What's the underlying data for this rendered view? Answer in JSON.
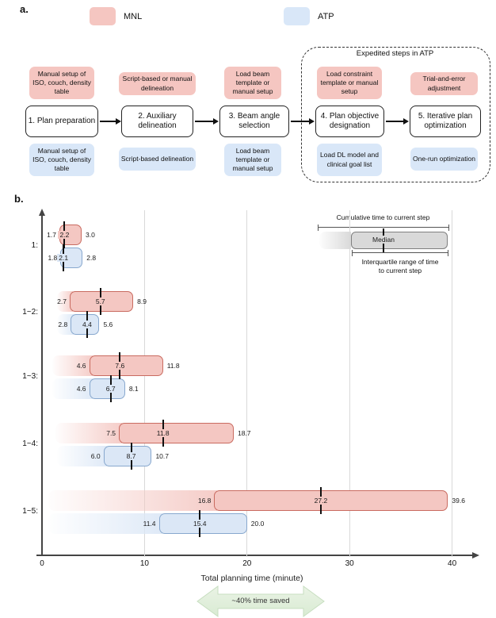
{
  "figure": {
    "panel_a_label": "a.",
    "panel_b_label": "b."
  },
  "legend_top": {
    "mnl": {
      "label": "MNL",
      "color": "#f5c6c1"
    },
    "atp": {
      "label": "ATP",
      "color": "#d9e7f8"
    }
  },
  "flowchart": {
    "dashed_box_label": "Expedited steps in ATP",
    "steps": [
      {
        "title": "1. Plan preparation",
        "mnl_note": "Manual setup of ISO, couch, density table",
        "atp_note": "Manual setup of ISO, couch, density table"
      },
      {
        "title": "2. Auxiliary delineation",
        "mnl_note": "Script-based or manual delineation",
        "atp_note": "Script-based delineation"
      },
      {
        "title": "3. Beam angle selection",
        "mnl_note": "Load beam template or manual setup",
        "atp_note": "Load beam template or manual setup"
      },
      {
        "title": "4. Plan objective designation",
        "mnl_note": "Load constraint template or manual setup",
        "atp_note": "Load DL model and clinical goal list"
      },
      {
        "title": "5. Iterative plan optimization",
        "mnl_note": "Trial-and-error adjustment",
        "atp_note": "One-run optimization"
      }
    ]
  },
  "chart_data": {
    "type": "box-range-bar",
    "title": "",
    "categories": [
      "1:",
      "1~2:",
      "1~3:",
      "1~4:",
      "1~5:"
    ],
    "series": [
      {
        "name": "MNL",
        "fill": "#f4c7c2",
        "border": "#c96b60",
        "boxes": [
          {
            "q1": 1.7,
            "median": 2.2,
            "q3": 3.0
          },
          {
            "q1": 2.7,
            "median": 5.7,
            "q3": 8.9,
            "fade_from": 1.5
          },
          {
            "q1": 4.6,
            "median": 7.6,
            "q3": 11.8,
            "fade_from": 1.0
          },
          {
            "q1": 7.5,
            "median": 11.8,
            "q3": 18.7,
            "fade_from": 1.3
          },
          {
            "q1": 16.8,
            "median": 27.2,
            "q3": 39.6,
            "fade_from": 0.6
          }
        ]
      },
      {
        "name": "ATP",
        "fill": "#dbe7f6",
        "border": "#88a8ce",
        "boxes": [
          {
            "q1": 1.8,
            "median": 2.1,
            "q3": 2.8
          },
          {
            "q1": 2.8,
            "median": 4.4,
            "q3": 5.6,
            "fade_from": 1.5
          },
          {
            "q1": 4.6,
            "median": 6.7,
            "q3": 8.1,
            "fade_from": 1.0
          },
          {
            "q1": 6.0,
            "median": 8.7,
            "q3": 10.7,
            "fade_from": 1.5
          },
          {
            "q1": 11.4,
            "median": 15.4,
            "q3": 20.0,
            "fade_from": 0.6
          }
        ]
      }
    ],
    "xlabel": "Total planning time (minute)",
    "x_ticks": [
      0,
      10,
      20,
      30,
      40
    ],
    "xlim": [
      0,
      42
    ],
    "grid": "vertical",
    "annotation_legend": {
      "cumulative_label": "Cumulative time to current step",
      "median_label": "Median",
      "iqr_label_line1": "Interquartile range of time",
      "iqr_label_line2": "to current step"
    },
    "footer_annotation": "~40% time saved",
    "legend_colors": {
      "median_box_fill": "#d9d9d9",
      "median_box_border": "#7f7f7f"
    }
  }
}
